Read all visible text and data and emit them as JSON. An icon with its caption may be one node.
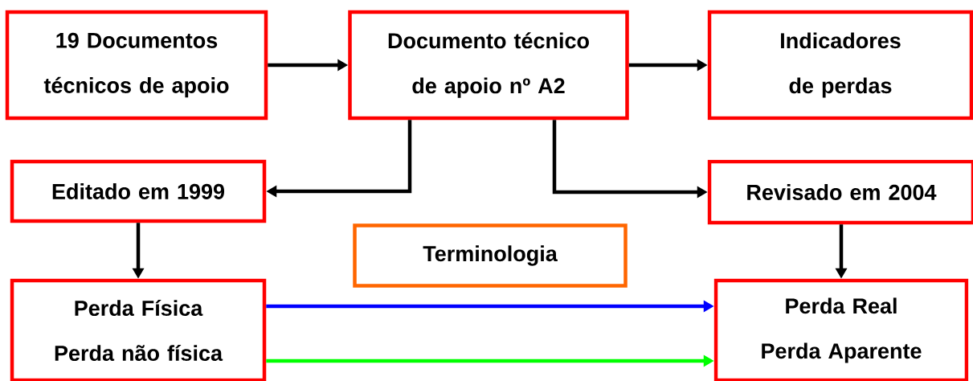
{
  "diagram": {
    "nodes": [
      {
        "text": [
          "19 Documentos técnicos de apoio"
        ]
      },
      {
        "text": [
          "Documento técnico de apoio nº A2"
        ]
      },
      {
        "text": [
          "Indicadores de perdas"
        ]
      },
      {
        "text": [
          "Editado em 1999"
        ]
      },
      {
        "text": [
          "Revisado em 2004"
        ]
      },
      {
        "text": [
          "Terminologia"
        ]
      },
      {
        "text": [
          "Perda Física",
          "Perda não física"
        ]
      },
      {
        "text": [
          "Perda Real",
          "Perda Aparente"
        ]
      }
    ],
    "edges": [
      {
        "from": 0,
        "to": 1,
        "arrow": "to"
      },
      {
        "from": 1,
        "to": 2,
        "arrow": "to"
      },
      {
        "from": 1,
        "to": 3,
        "arrow": "to"
      },
      {
        "from": 1,
        "to": 4,
        "arrow": "to"
      },
      {
        "from": 3,
        "to": 6,
        "arrow": "to"
      },
      {
        "from": 4,
        "to": 7,
        "arrow": "to"
      },
      {
        "from": 6,
        "to": 7,
        "arrow": "to",
        "color": "#0000ff"
      },
      {
        "from": 6,
        "to": 7,
        "arrow": "to",
        "color": "#00ff00"
      }
    ]
  }
}
